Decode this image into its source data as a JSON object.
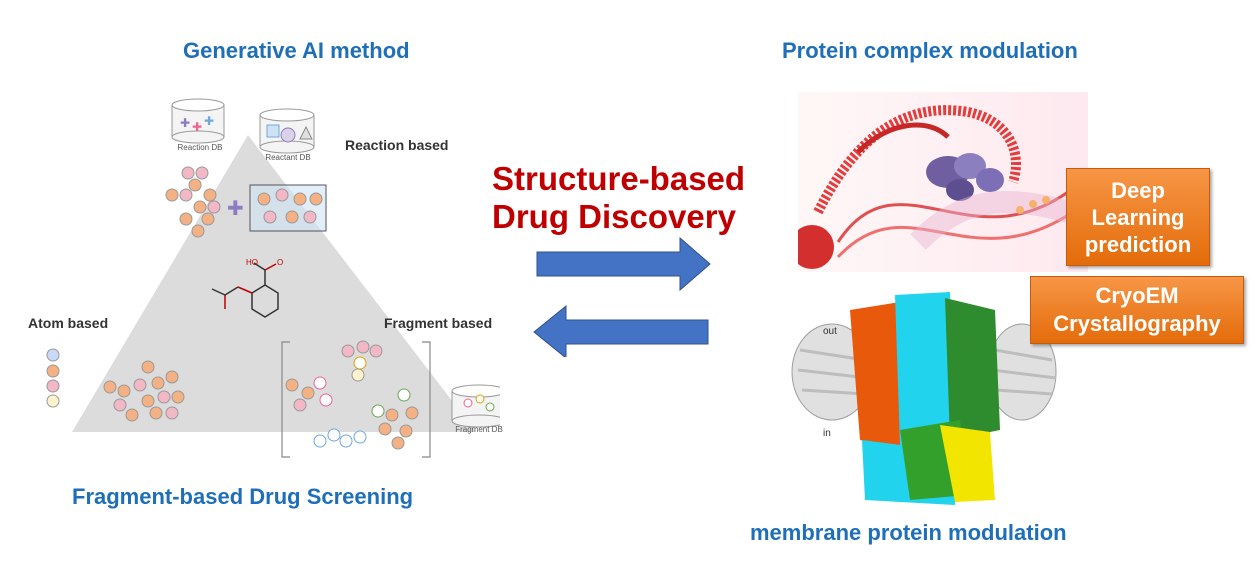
{
  "headings": {
    "generative_ai": "Generative AI method",
    "fragment_screening": "Fragment-based Drug Screening",
    "protein_complex": "Protein complex modulation",
    "membrane_protein": "membrane protein modulation"
  },
  "center": {
    "line1": "Structure-based",
    "line2": "Drug Discovery"
  },
  "triangle": {
    "reaction_based": "Reaction based",
    "atom_based": "Atom based",
    "fragment_based": "Fragment based",
    "reaction_db": "Reaction DB",
    "reactant_db": "Reactant DB",
    "fragment_db": "Fragment DB",
    "molecule_atoms": {
      "ho": "HO",
      "o": "O"
    }
  },
  "boxes": {
    "deep_learning": {
      "line1": "Deep",
      "line2": "Learning",
      "line3": "prediction"
    },
    "cryoem": {
      "line1": "CryoEM",
      "line2": "Crystallography"
    }
  },
  "membrane_labels": {
    "out": "out",
    "in": "in"
  },
  "colors": {
    "heading_blue": "#1f6fb8",
    "title_red": "#c00000",
    "arrow_blue": "#4472c4",
    "box_orange": "#ed7d31",
    "atom_orange": "#f4b183",
    "atom_pink": "#f2b8c6"
  }
}
